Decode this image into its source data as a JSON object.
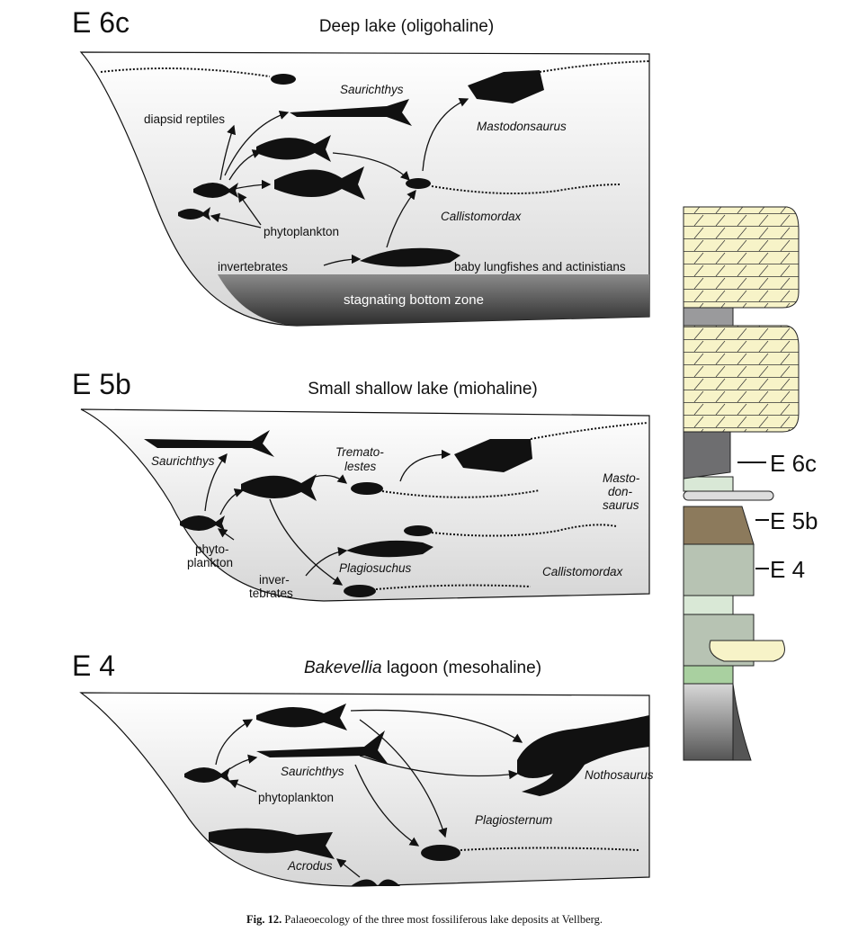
{
  "panels": [
    {
      "id": "E 6c",
      "title": "Deep lake (oligohaline)",
      "labels": {
        "diapsid": "diapsid reptiles",
        "saurichthys": "Saurichthys",
        "mastodonsaurus": "Mastodonsaurus",
        "phytoplankton": "phytoplankton",
        "callistomordax": "Callistomordax",
        "invertebrates": "invertebrates",
        "baby": "baby lungfishes and actinistians",
        "bottom": "stagnating bottom zone"
      }
    },
    {
      "id": "E 5b",
      "title": "Small shallow lake (miohaline)",
      "labels": {
        "saurichthys": "Saurichthys",
        "trematolestes_1": "Tremato-",
        "trematolestes_2": "lestes",
        "masto_1": "Masto-",
        "masto_2": "don-",
        "masto_3": "saurus",
        "phyto_1": "phyto-",
        "phyto_2": "plankton",
        "inver_1": "inver-",
        "inver_2": "tebrates",
        "plagiosuchus": "Plagiosuchus",
        "callistomordax": "Callistomordax"
      }
    },
    {
      "id": "E 4",
      "title_italic": "Bakevellia",
      "title_rest": " lagoon (mesohaline)",
      "labels": {
        "saurichthys": "Saurichthys",
        "phytoplankton": "phytoplankton",
        "nothosaurus": "Nothosaurus",
        "plagiosternum": "Plagiosternum",
        "acrodus": "Acrodus"
      }
    }
  ],
  "column": {
    "labels": [
      "E 6c",
      "E 5b",
      "E 4"
    ],
    "colors": {
      "limestone": "#f7f3c8",
      "dark": "#6e6e70",
      "brown": "#8c7a5c",
      "green_grey": "#b7c3b3",
      "pale_green": "#d9e8d6",
      "green": "#a9d0a0"
    }
  },
  "caption": {
    "bold": "Fig. 12.",
    "text": " Palaeoecology of the three most fossiliferous lake deposits at Vellberg."
  }
}
